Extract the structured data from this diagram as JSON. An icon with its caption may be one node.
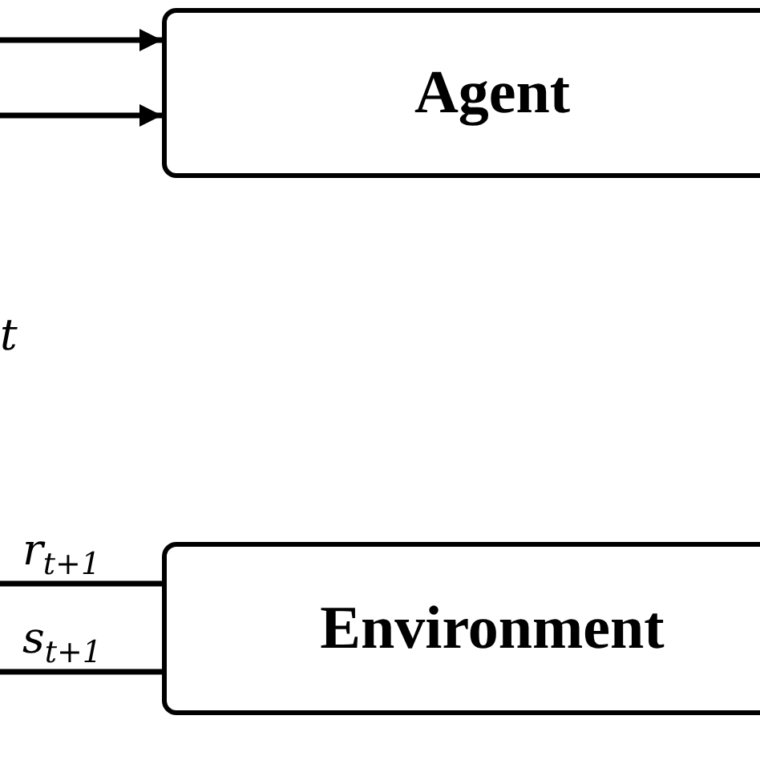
{
  "diagram": {
    "nodes": [
      {
        "text": [
          "Agent"
        ]
      },
      {
        "text": [
          "Environment"
        ]
      }
    ],
    "edges": [
      {
        "from": null,
        "to": 0,
        "arrow": "to"
      },
      {
        "from": null,
        "to": 0,
        "arrow": "to"
      },
      {
        "from": 1,
        "to": null,
        "arrow": "none",
        "label": "r$_{t+1}$"
      },
      {
        "from": 1,
        "to": null,
        "arrow": "none",
        "label": "s$_{t+1}$"
      }
    ],
    "labels": [
      "t"
    ]
  }
}
